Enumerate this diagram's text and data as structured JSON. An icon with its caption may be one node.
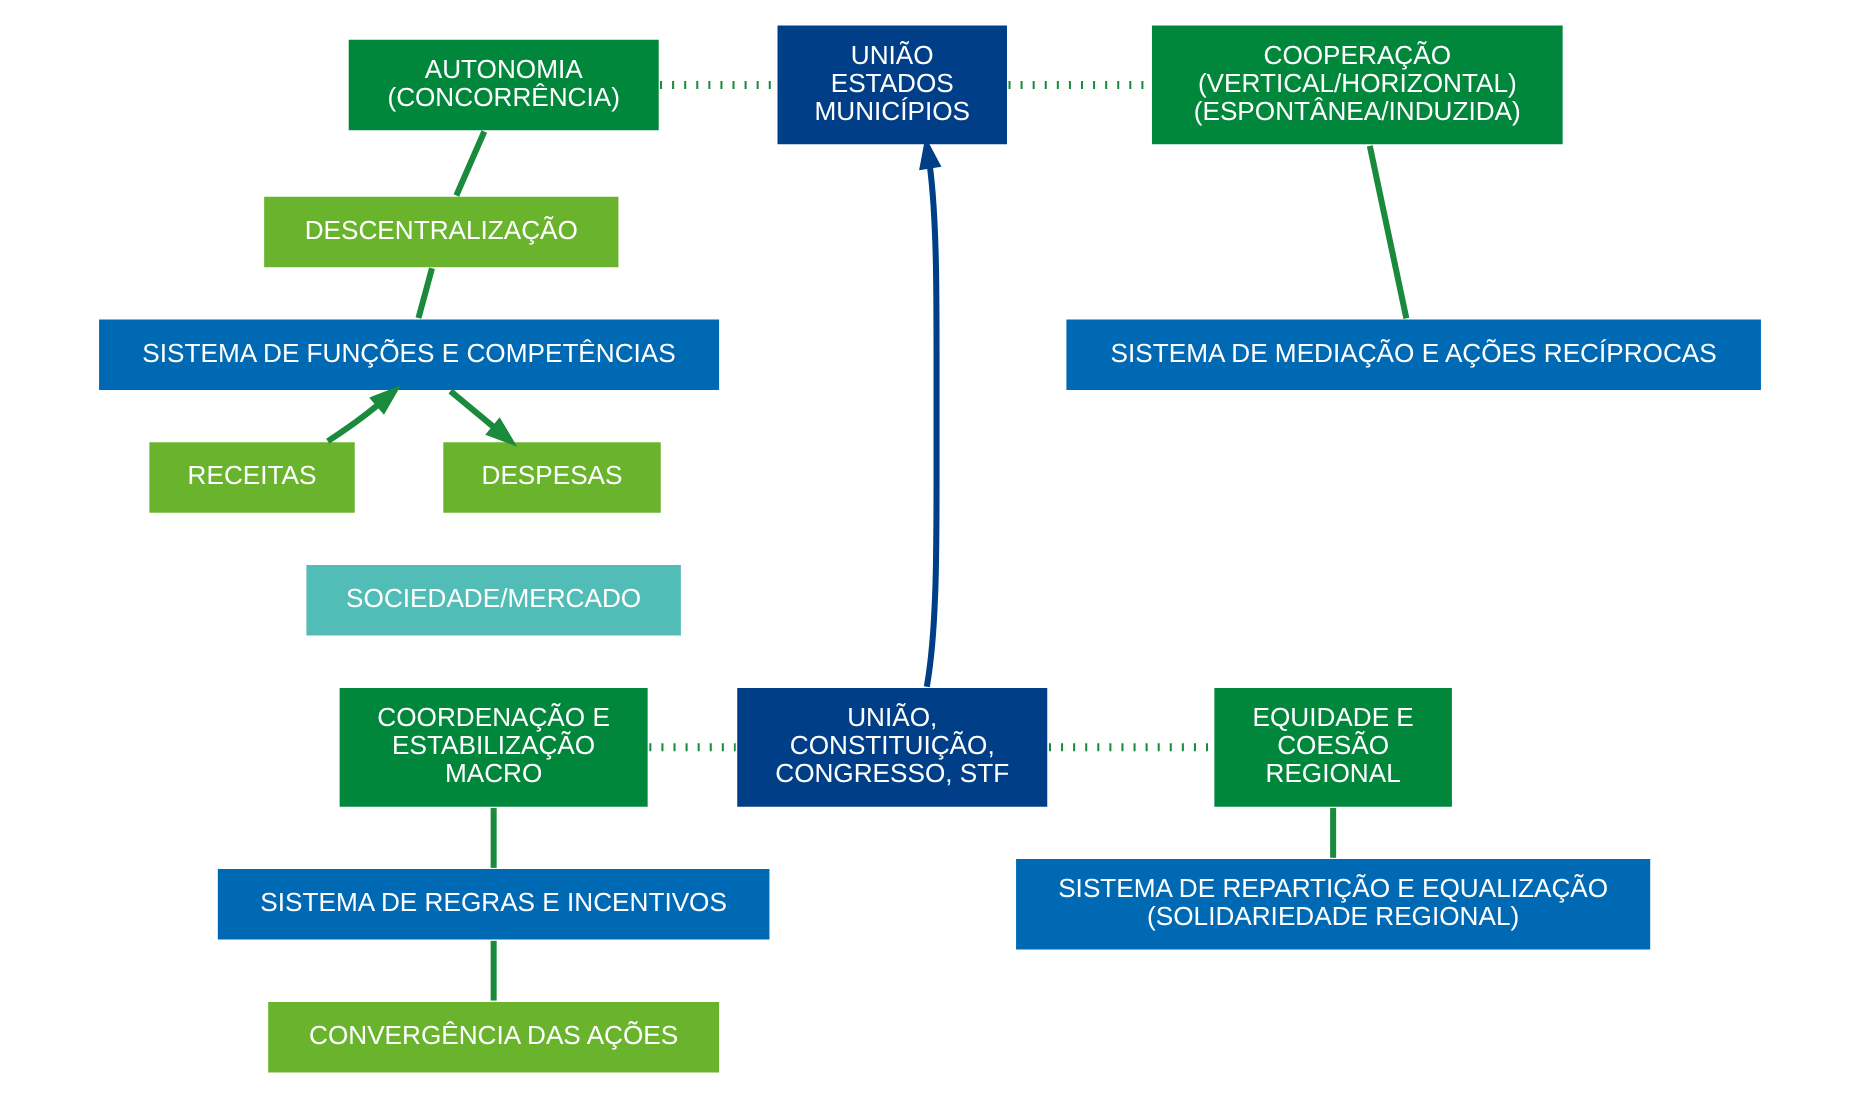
{
  "diagram": {
    "nodes": [
      {
        "text": [
          "AUTONOMIA (CONCORRÊNCIA)"
        ]
      },
      {
        "text": [
          "UNIÃO ESTADOS MUNICÍPIOS"
        ]
      },
      {
        "text": [
          "COOPERAÇÃO (VERTICAL/HORIZONTAL) (ESPONTÂNEA/INDUZIDA)"
        ]
      },
      {
        "text": [
          "DESCENTRALIZAÇÃO"
        ]
      },
      {
        "text": [
          "SISTEMA DE MEDIAÇÃO E AÇÕES RECÍPROCAS"
        ]
      },
      {
        "text": [
          "SISTEMA DE FUNÇÕES E COMPETÊNCIAS"
        ]
      },
      {
        "text": [
          "RECEITAS"
        ]
      },
      {
        "text": [
          "DESPESAS"
        ]
      },
      {
        "text": [
          "SOCIEDADE/MERCADO"
        ]
      },
      {
        "text": [
          "COORDENAÇÃO E ESTABILIZAÇÃO MACRO"
        ]
      },
      {
        "text": [
          "UNIÃO, CONSTITUIÇÃO, CONGRESSO, STF"
        ]
      },
      {
        "text": [
          "EQUIDADE E COESÃO REGIONAL"
        ]
      },
      {
        "text": [
          "SISTEMA DE REGRAS E INCENTIVOS"
        ]
      },
      {
        "text": [
          "SISTEMA DE REPARTIÇÃO E EQUALIZAÇÃO (SOLIDARIEDADE REGIONAL)"
        ]
      },
      {
        "text": [
          "CONVERGÊNCIA DAS AÇÕES"
        ]
      }
    ],
    "edges": [
      {
        "from": 0,
        "to": 1,
        "arrow": "none",
        "style": "dashed"
      },
      {
        "from": 1,
        "to": 2,
        "arrow": "none",
        "style": "dashed"
      },
      {
        "from": 0,
        "to": 3,
        "arrow": "none"
      },
      {
        "from": 3,
        "to": 5,
        "arrow": "none"
      },
      {
        "from": 2,
        "to": 4,
        "arrow": "none"
      },
      {
        "from": 6,
        "to": 5,
        "arrow": "to"
      },
      {
        "from": 5,
        "to": 7,
        "arrow": "to"
      },
      {
        "from": 10,
        "to": 1,
        "arrow": "to",
        "color": "#003f87"
      },
      {
        "from": 9,
        "to": 10,
        "arrow": "none",
        "style": "dashed"
      },
      {
        "from": 10,
        "to": 11,
        "arrow": "none",
        "style": "dashed"
      },
      {
        "from": 9,
        "to": 12,
        "arrow": "none"
      },
      {
        "from": 12,
        "to": 14,
        "arrow": "none"
      },
      {
        "from": 11,
        "to": 13,
        "arrow": "none"
      }
    ]
  }
}
